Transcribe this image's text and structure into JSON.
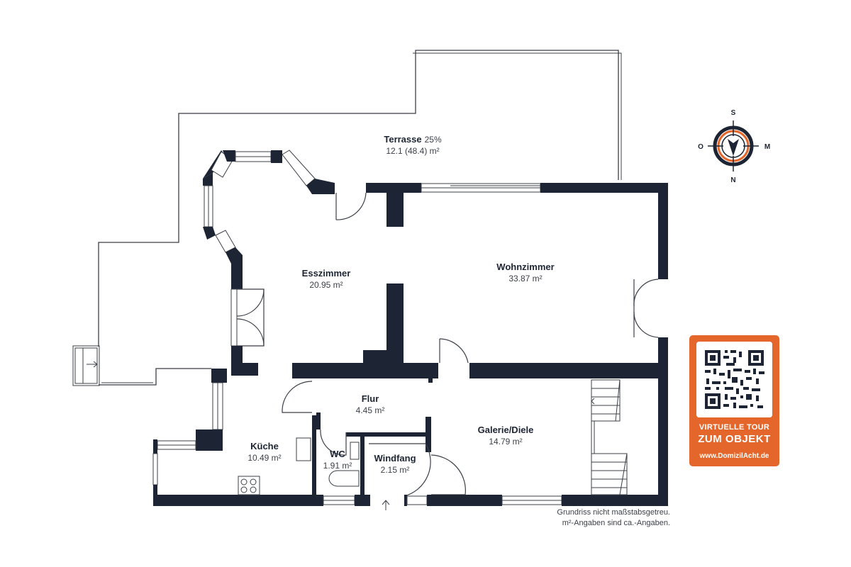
{
  "rooms": {
    "terrasse": {
      "name": "Terrasse",
      "pct": "25%",
      "area": "12.1 (48.4) m²"
    },
    "esszimmer": {
      "name": "Esszimmer",
      "area": "20.95 m²"
    },
    "wohnzimmer": {
      "name": "Wohnzimmer",
      "area": "33.87 m²"
    },
    "flur": {
      "name": "Flur",
      "area": "4.45 m²"
    },
    "galerie": {
      "name": "Galerie/Diele",
      "area": "14.79 m²"
    },
    "kueche": {
      "name": "Küche",
      "area": "10.49 m²"
    },
    "wc": {
      "name": "WC",
      "area": "1.91 m²"
    },
    "windfang": {
      "name": "Windfang",
      "area": "2.15 m²"
    }
  },
  "compass": {
    "north": "N",
    "south": "S",
    "east": "O",
    "west": "M"
  },
  "note": {
    "line1": "Grundriss nicht maßstabsgetreu.",
    "line2": "m²-Angaben sind ca.-Angaben."
  },
  "tour": {
    "line1": "VIRTUELLE TOUR",
    "line2": "ZUM OBJEKT",
    "url": "www.DomizilAcht.de"
  },
  "colors": {
    "wall": "#1d2433",
    "accent": "#e5662a",
    "background": "#ffffff"
  }
}
